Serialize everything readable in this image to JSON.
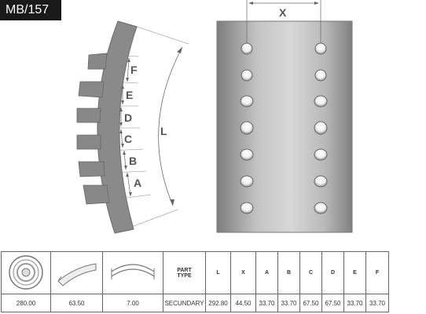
{
  "part_number": "MB/157",
  "dimension_labels": {
    "x": "X",
    "l": "L",
    "a": "A",
    "b": "B",
    "c": "C",
    "d": "D",
    "e": "E",
    "f": "F"
  },
  "spec_table": {
    "part_type_header": [
      "PART",
      "TYPE"
    ],
    "headers": [
      "L",
      "X",
      "A",
      "B",
      "C",
      "D",
      "E",
      "F"
    ],
    "values": {
      "diameter": "280.00",
      "width": "63.50",
      "thickness": "7.00",
      "part_type": "SECUNDARY",
      "l": "292.80",
      "x": "44.50",
      "a": "33.70",
      "b": "33.70",
      "c": "67.50",
      "d": "67.50",
      "e": "33.70",
      "f": "33.70"
    }
  }
}
